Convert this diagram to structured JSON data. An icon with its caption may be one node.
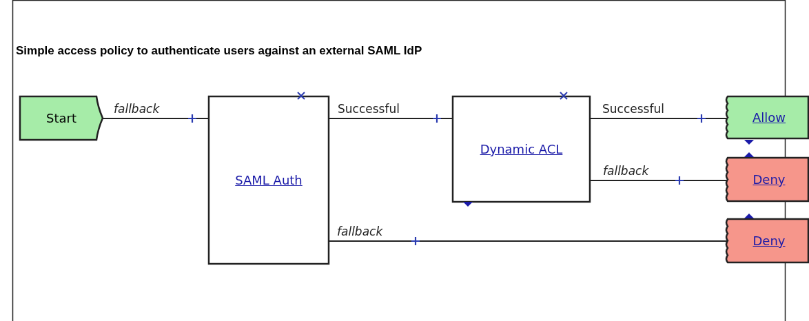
{
  "diagram": {
    "title": "Simple access policy to authenticate users against an external SAML IdP",
    "nodes": [
      {
        "text": [
          "Start"
        ]
      },
      {
        "text": [
          "SAML Auth"
        ]
      },
      {
        "text": [
          "Dynamic ACL"
        ]
      },
      {
        "text": [
          "Allow"
        ]
      },
      {
        "text": [
          "Deny"
        ]
      },
      {
        "text": [
          "Deny"
        ]
      }
    ],
    "edges": [
      {
        "from": 0,
        "to": 1,
        "arrow": "none",
        "label": "fallback"
      },
      {
        "from": 1,
        "to": 2,
        "arrow": "none",
        "label": "Successful"
      },
      {
        "from": 2,
        "to": 3,
        "arrow": "none",
        "label": "Successful"
      },
      {
        "from": 2,
        "to": 4,
        "arrow": "none",
        "label": "fallback"
      },
      {
        "from": 1,
        "to": 5,
        "arrow": "none",
        "label": "fallback"
      }
    ]
  }
}
